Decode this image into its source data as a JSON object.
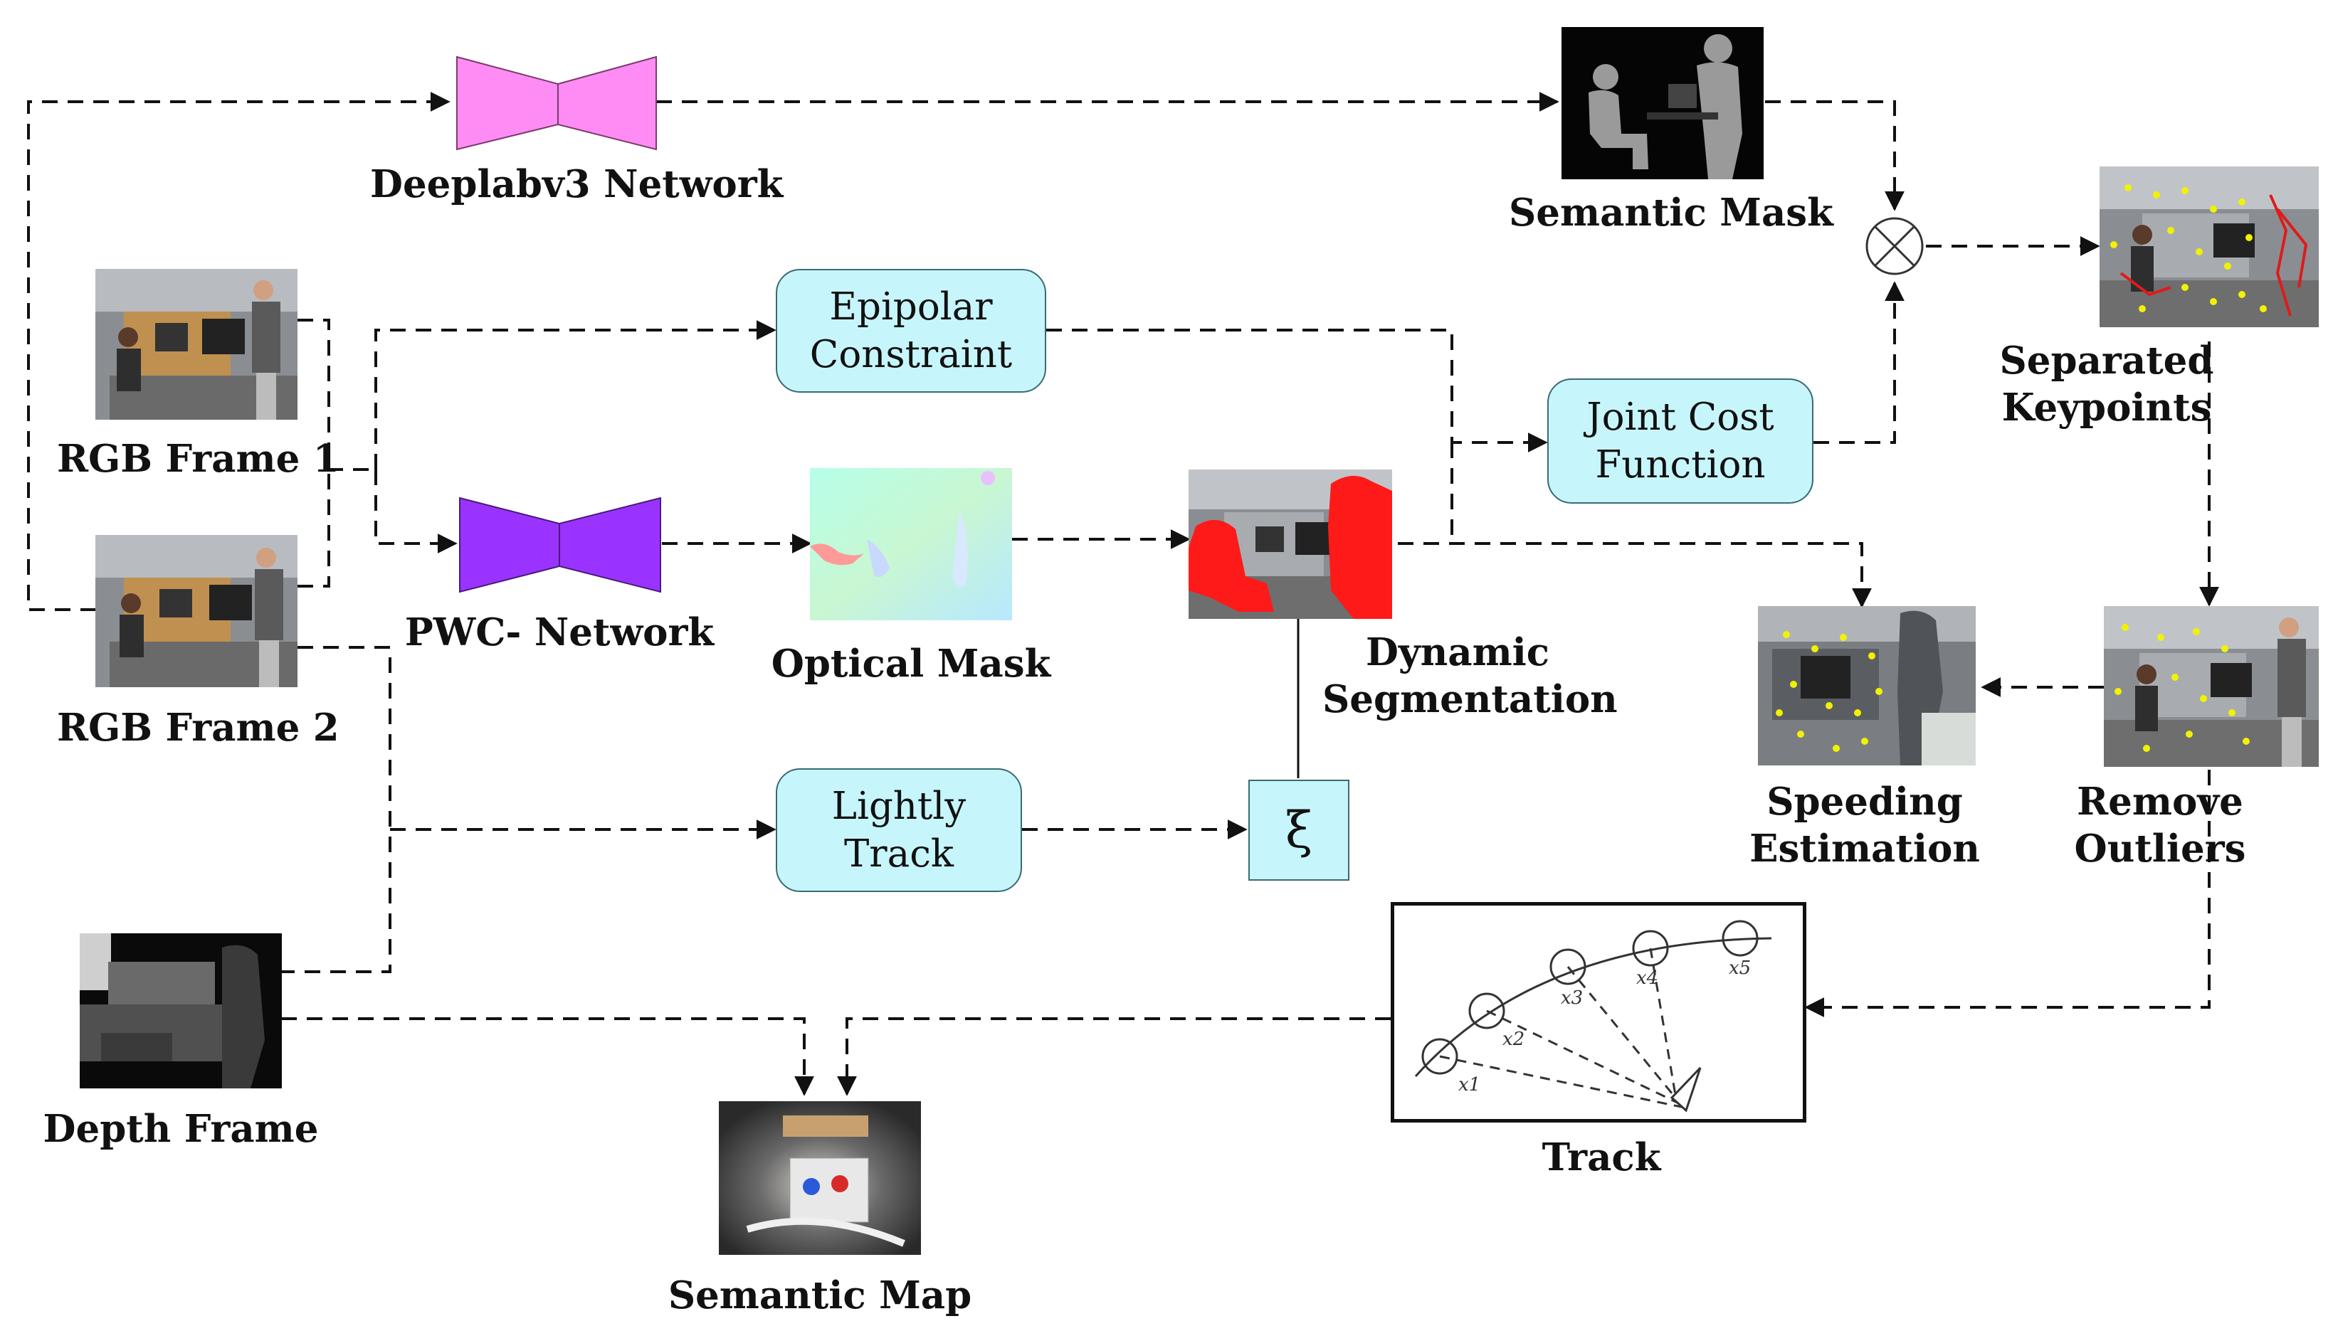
{
  "nodes": {
    "deeplab": "Deeplabv3 Network",
    "semantic_mask": "Semantic Mask",
    "rgb1": "RGB Frame 1",
    "rgb2": "RGB Frame 2",
    "epipolar": "Epipolar Constraint",
    "joint_cost": "Joint Cost Function",
    "pwc": "PWC- Network",
    "optical_mask": "Optical Mask",
    "dynamic_seg": "Dynamic Segmentation",
    "separated_kp": "Separated Keypoints",
    "lightly_track": "Lightly Track",
    "xi": "ξ",
    "speeding": "Speeding Estimation",
    "remove_outliers": "Remove Outliers",
    "depth": "Depth Frame",
    "track": "Track",
    "semantic_map": "Semantic Map"
  },
  "track_points": [
    "x1",
    "x2",
    "x3",
    "x4",
    "x5"
  ],
  "colors": {
    "deeplab_net": "#ff8cf5",
    "pwc_net": "#9a33ff",
    "process_box": "#c6f6fb",
    "mask_red": "#ff1a1a",
    "keypoint_yellow": "#f2f200"
  }
}
